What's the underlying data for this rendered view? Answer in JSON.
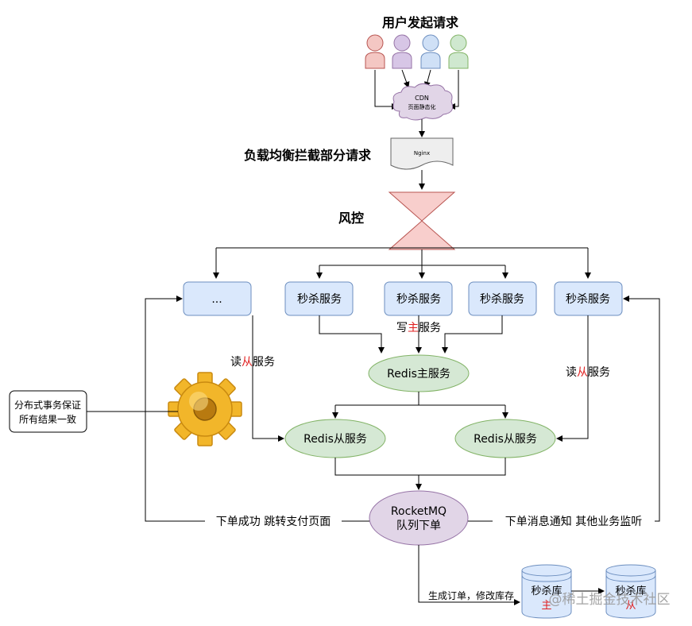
{
  "titles": {
    "users_request": "用户发起请求",
    "load_balance": "负载均衡拦截部分请求",
    "risk_control": "风控"
  },
  "cdn": {
    "line1": "CDN",
    "line2": "页面静态化"
  },
  "nginx": "Nginx",
  "services": {
    "ellipsis": "...",
    "seckill": "秒杀服务"
  },
  "edge_labels": {
    "write_master_prefix": "写",
    "write_master_highlight": "主",
    "write_master_suffix": "服务",
    "read_slave_prefix": "读",
    "read_slave_highlight": "从",
    "read_slave_suffix": "服务",
    "order_success": "下单成功 跳转支付页面",
    "order_notify": "下单消息通知 其他业务监听",
    "gen_order": "生成订单，修改库存"
  },
  "redis": {
    "master": "Redis主服务",
    "slave": "Redis从服务"
  },
  "mq": {
    "line1": "RocketMQ",
    "line2": "队列下单"
  },
  "tx_box": {
    "line1": "分布式事务保证",
    "line2": "所有结果一致"
  },
  "db": {
    "label": "秒杀库",
    "master_mark": "主",
    "slave_mark": "从"
  },
  "watermark": "@稀土掘金技术社区",
  "colors": {
    "user1": "#f4c7c3",
    "user2": "#d7c6e6",
    "user3": "#cfe0f6",
    "user4": "#cfe8cf",
    "service_fill": "#dae8fc",
    "service_stroke": "#6c8ebf",
    "redis_fill": "#d5e8d4",
    "redis_stroke": "#82b366",
    "mq_fill": "#e1d5e7",
    "mq_stroke": "#9673a6",
    "hourglass": "#f8cecc",
    "accent_red": "#e02020"
  }
}
